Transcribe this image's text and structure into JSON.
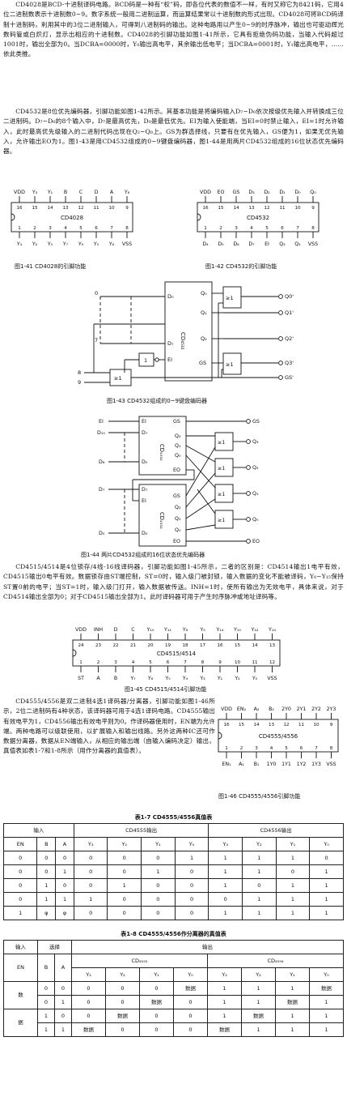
{
  "para1": "CD4028是BCD-十进制译码电路。BCD码是一种有“权”码，即各位代表的数值不一样，有时又称它为8421码，它用4位二进制数表示十进制数0~9。数字系统一般用二进制运算，而运算结果常以十进制数的形式出现。CD4028可将BCD码译制十进制码，利用其中的3位二进制输入，可得到八进制码的输出。这种电路用以产生0~9的时序脉冲，输出也可驱动辉光数码管或白炽灯，显示出相应的十进制数。CD4028的引脚功能如图1-41所示，它具有拒绝伪码功能，当输入代码超过1001时，输出全部为0。当DCBA=0000时，Y₀输出高电平，其余输出低电平；当DCBA=0001时，Y₁输出高电平，……依此类推。",
  "para2": "CD4532是8位优先编码器，引脚功能如图1-42所示。其基本功能是将编码输入D₇~D₀依次按级优先输入并转换成三位二进制码。D₇~D₀的8个输入中，D₇是最高优先，D₀是最低优先。EI为输入使能端，当EI=0时禁止输入，EI=1时允许输入，此时最高优先级输入的二进制代码出现在Q₂~Q₀上。GS为群选择线，只要有在优先输入，GS便为1，如果无优先输入，允许输出EO为1。图1-43是用CD4532组成的0~9键盘编码器，图1-44是用两片CD4532组成的16位状态优先编码器。",
  "fig41": {
    "chip": "CD4028",
    "top_pins": [
      "VDD",
      "Y3",
      "Y1",
      "B",
      "C",
      "D",
      "A",
      "Y8"
    ],
    "top_nums": [
      "16",
      "15",
      "14",
      "13",
      "12",
      "11",
      "10",
      "9"
    ],
    "bot_nums": [
      "1",
      "2",
      "3",
      "4",
      "5",
      "6",
      "7",
      "8"
    ],
    "bot_pins": [
      "Y4",
      "Y2",
      "Y0",
      "Y7",
      "Y9",
      "Y5",
      "Y6",
      "VSS"
    ],
    "caption": "图1-41  CD4028的引脚功能"
  },
  "fig42": {
    "chip": "CD4532",
    "top_pins": [
      "VDD",
      "EO",
      "GS",
      "D3",
      "D2",
      "D1",
      "D0",
      "Q0"
    ],
    "top_nums": [
      "16",
      "15",
      "14",
      "13",
      "12",
      "11",
      "10",
      "9"
    ],
    "bot_nums": [
      "1",
      "2",
      "3",
      "4",
      "5",
      "6",
      "7",
      "8"
    ],
    "bot_pins": [
      "D4",
      "D5",
      "D6",
      "D7",
      "EI",
      "Q2",
      "Q1",
      "VSS"
    ],
    "caption": "图1-42  CD4532的引脚功能"
  },
  "fig43": {
    "chip": "CD4532",
    "pins_left": [
      "D0",
      "D7",
      "EI"
    ],
    "pins_right": [
      "Q0",
      "Q1",
      "Q2",
      "GS"
    ],
    "inputs": [
      "0",
      "7",
      "8",
      "9"
    ],
    "gate_label": "≥1",
    "inv_label": "1",
    "outputs": [
      "Q0'",
      "Q1'",
      "Q2'",
      "Q3'",
      "GS'"
    ],
    "caption": "图1-43  CD4532组成的0~9键盘编码器"
  },
  "fig44": {
    "chip": "CD4532",
    "pins_left_top": [
      "EI",
      "D15",
      "D8"
    ],
    "pins_left_bot": [
      "D7",
      "D0"
    ],
    "pins_right_top": [
      "GS",
      "Q2",
      "Q1",
      "Q0",
      "EO"
    ],
    "pins_right_bot": [
      "GS",
      "Q2",
      "Q1",
      "Q0",
      "EO"
    ],
    "outputs": [
      "GS",
      "Q3",
      "Q2",
      "Q1",
      "Q0",
      "EO"
    ],
    "gate_label": "≥1",
    "caption": "图1-44  两片CD4532组成的16位状态优先编码器"
  },
  "para3": "CD4515/4514是4位锁存/4线-16线译码器，引脚功能如图1-45所示，二者的区别是：CD4514输出1电平有效，CD4515输出0电平有效。数据锁存由ST端控制，ST=0时，输入级门被封锁，输入数据的变化不能被译码，Y₀~Y₁₅保持ST置0前的电平；当ST=1时，输入级门打开，输入数据被传送。INH=1时，使所有输出为无效电平，具体来说，对于CD4514输出全部为0；对于CD4515输出全部为1。此时译码器可用于产生时序脉冲或地址译码等。",
  "fig45": {
    "chip": "CD4515/4514",
    "top_pins": [
      "VDD",
      "INH",
      "D",
      "C",
      "Y10",
      "Y11",
      "Y8",
      "Y9",
      "Y14",
      "Y15",
      "Y12",
      "Y13"
    ],
    "top_nums": [
      "24",
      "23",
      "22",
      "21",
      "20",
      "19",
      "18",
      "17",
      "16",
      "15",
      "14",
      "13"
    ],
    "bot_nums": [
      "1",
      "2",
      "3",
      "4",
      "5",
      "6",
      "7",
      "8",
      "9",
      "10",
      "11",
      "12"
    ],
    "bot_pins": [
      "ST",
      "A",
      "B",
      "Y7",
      "Y6",
      "Y5",
      "Y4",
      "Y3",
      "Y1",
      "Y2",
      "Y0",
      "VSS"
    ],
    "caption": "图1-45  CD4515/4514引脚功能"
  },
  "para4": "CD4555/4556是双二进制4选1译码器/分离器，引脚功能如图1-46所示，2位二进制码有4种状态，该译码器可用于4选1译码电路。CD4555输出有效电平为1，CD4556输出有效电平则为0。作译码器使用时，EN端为允许端。两种电路可以级联使用，以扩展输入和输出线路。另外这两种IC还可作数据分离器，数据从EN端输入，从相应的输出端（由输入编码决定）输出，真值表如表1-7和1-8所示（用作分离器的真值表）。",
  "fig46": {
    "chip": "CD4555/4556",
    "top_pins": [
      "VDD",
      "EN2",
      "A2",
      "B2",
      "2Y0",
      "2Y1",
      "2Y2",
      "2Y3"
    ],
    "top_nums": [
      "16",
      "15",
      "14",
      "13",
      "12",
      "11",
      "10",
      "9"
    ],
    "bot_nums": [
      "1",
      "2",
      "3",
      "4",
      "5",
      "6",
      "7",
      "8"
    ],
    "bot_pins": [
      "EN1",
      "A1",
      "B1",
      "1Y0",
      "1Y1",
      "1Y2",
      "1Y3",
      "VSS"
    ],
    "caption": "图1-46  CD4555/4556引脚功能"
  },
  "table7": {
    "caption": "表1-7  CD4555/4556真值表",
    "h_input": "输入",
    "h_4555": "CD4555输出",
    "h_4556": "CD4556输出",
    "cols": [
      "EN",
      "B",
      "A",
      "Y3",
      "Y2",
      "Y1",
      "Y0",
      "Y3",
      "Y2",
      "Y1",
      "Y0"
    ],
    "rows": [
      [
        "0",
        "0",
        "0",
        "0",
        "0",
        "0",
        "1",
        "1",
        "1",
        "1",
        "0"
      ],
      [
        "0",
        "0",
        "1",
        "0",
        "0",
        "1",
        "0",
        "1",
        "1",
        "0",
        "1"
      ],
      [
        "0",
        "1",
        "0",
        "0",
        "1",
        "0",
        "0",
        "1",
        "0",
        "1",
        "1"
      ],
      [
        "0",
        "1",
        "1",
        "1",
        "0",
        "0",
        "0",
        "0",
        "1",
        "1",
        "1"
      ],
      [
        "1",
        "φ",
        "φ",
        "0",
        "0",
        "0",
        "0",
        "1",
        "1",
        "1",
        "1"
      ]
    ]
  },
  "table8": {
    "caption": "表1-8  CD4555/4556作分离器的真值表",
    "h_input": "输入",
    "h_select": "选择",
    "h_output": "输出",
    "h_4555": "CD4555",
    "h_4556": "CD4556",
    "cols": [
      "EN",
      "B",
      "A",
      "Y3",
      "Y2",
      "Y1",
      "Y0",
      "Y3",
      "Y2",
      "Y1",
      "Y0"
    ],
    "en_top": "数",
    "en_bot": "据",
    "rows": [
      [
        "",
        "0",
        "0",
        "0",
        "0",
        "0",
        "数据",
        "1",
        "1",
        "1",
        "数据"
      ],
      [
        "",
        "0",
        "1",
        "0",
        "0",
        "数据",
        "0",
        "1",
        "1",
        "数据",
        "1"
      ],
      [
        "",
        "1",
        "0",
        "0",
        "数据",
        "0",
        "0",
        "1",
        "数据",
        "1",
        "1"
      ],
      [
        "",
        "1",
        "1",
        "数据",
        "0",
        "0",
        "0",
        "数据",
        "1",
        "1",
        "1"
      ]
    ]
  }
}
